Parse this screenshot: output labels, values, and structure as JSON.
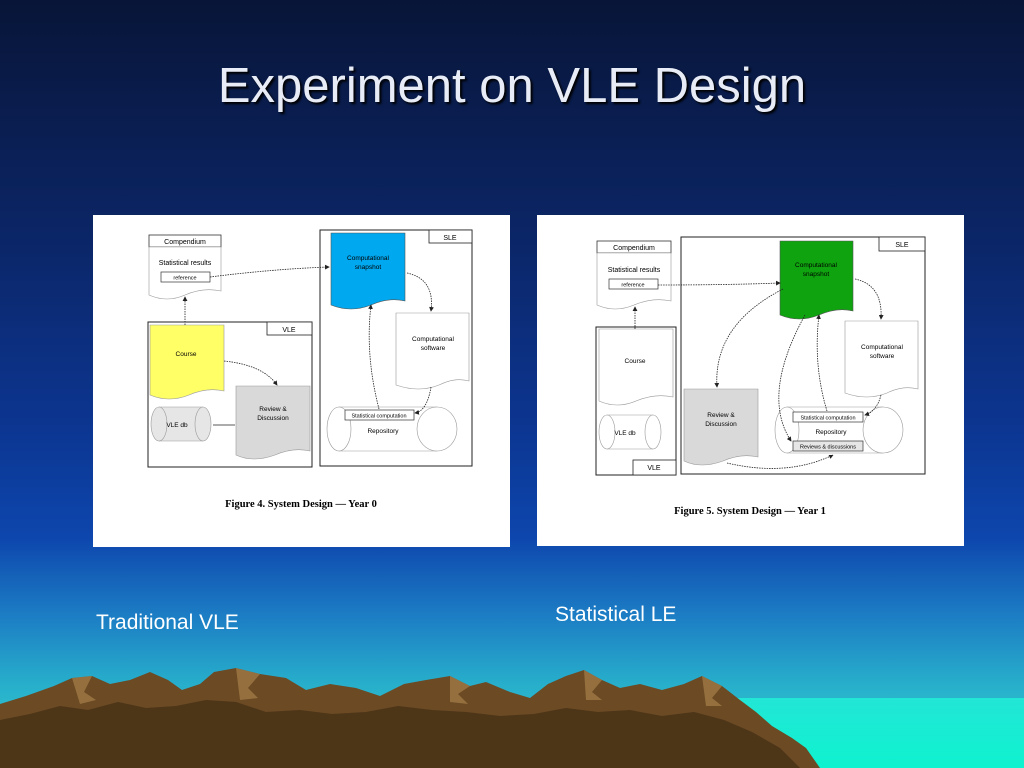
{
  "slide": {
    "title": "Experiment on VLE Design"
  },
  "figure_left": {
    "caption": "Figure 4.  System Design — Year 0",
    "label": "Traditional VLE",
    "compendium": "Compendium",
    "statistical_results": "Statistical results",
    "reference": "reference",
    "sle": "SLE",
    "vle": "VLE",
    "computational_snapshot": [
      "Computational",
      "snapshot"
    ],
    "computational_software": [
      "Computational",
      "software"
    ],
    "course": "Course",
    "review_discussion": [
      "Review &",
      "Discussion"
    ],
    "vle_db": "VLE db",
    "statistical_computation": "Statistical computation",
    "repository": "Repository",
    "colors": {
      "snapshot": "#00a8f0",
      "course": "#ffff66",
      "review": "#d9d9d9"
    }
  },
  "figure_right": {
    "caption": "Figure 5.  System Design — Year 1",
    "label": "Statistical LE",
    "compendium": "Compendium",
    "statistical_results": "Statistical results",
    "reference": "reference",
    "sle": "SLE",
    "vle": "VLE",
    "computational_snapshot": [
      "Computational",
      "snapshot"
    ],
    "computational_software": [
      "Computational",
      "software"
    ],
    "course": "Course",
    "review_discussion": [
      "Review &",
      "Discussion"
    ],
    "vle_db": "VLE db",
    "statistical_computation": "Statistical computation",
    "repository": "Repository",
    "reviews_discussions": "Reviews & discussions",
    "colors": {
      "snapshot": "#0fa40f",
      "course": "#ffffff",
      "review": "#d9d9d9"
    }
  }
}
